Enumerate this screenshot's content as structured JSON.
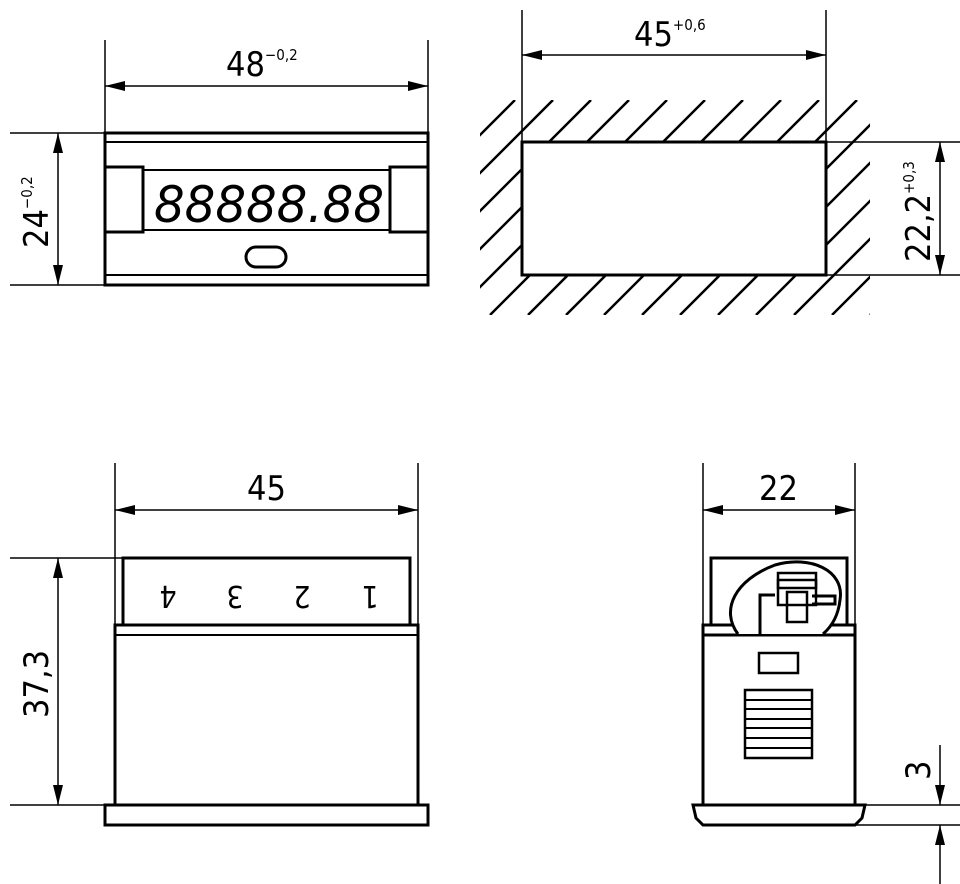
{
  "views": {
    "front": {
      "width_dim": "48",
      "width_tol": "−0,2",
      "height_dim": "24",
      "height_tol": "−0,2",
      "display_digits": "88888.88"
    },
    "cutout": {
      "width_dim": "45",
      "width_tol": "+0,6",
      "height_dim": "22,2",
      "height_tol": "+0,3"
    },
    "top": {
      "width_dim": "45",
      "height_dim": "37,3",
      "terminals": [
        "4",
        "3",
        "2",
        "1"
      ]
    },
    "side": {
      "width_dim": "22",
      "bezel_dim": "3"
    }
  },
  "colors": {
    "line": "#000000",
    "background": "#ffffff"
  }
}
